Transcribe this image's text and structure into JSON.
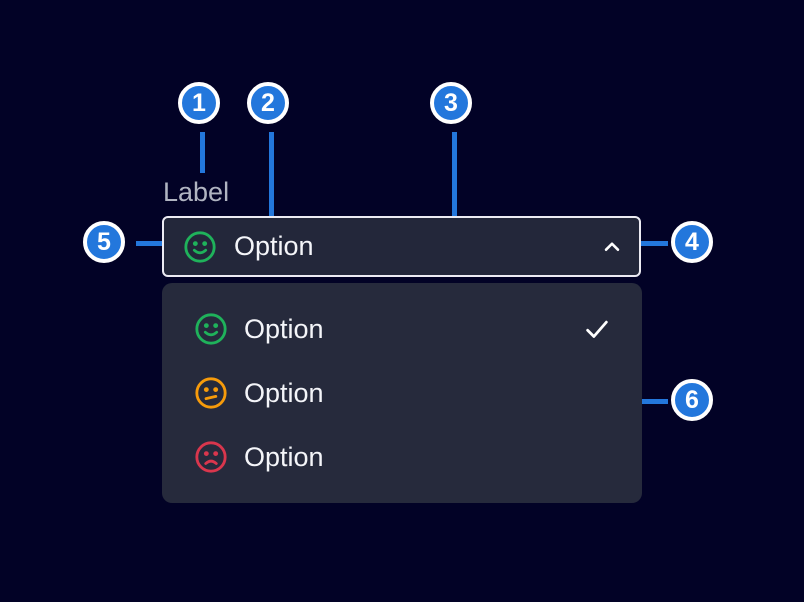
{
  "colors": {
    "accent": "#2377dc",
    "positive": "#1fb25b",
    "neutral": "#f79b0b",
    "negative": "#d9364d",
    "surface": "#262a3c",
    "field": "#23273a",
    "border": "#ecebf3",
    "background": "#020226",
    "muted": "#b0b4c1",
    "text": "#f4f5f9",
    "white": "#ffffff"
  },
  "annotations": {
    "markers": [
      {
        "number": "1"
      },
      {
        "number": "2"
      },
      {
        "number": "3"
      },
      {
        "number": "4"
      },
      {
        "number": "5"
      },
      {
        "number": "6"
      }
    ]
  },
  "select": {
    "label": "Label",
    "value": "Option",
    "value_icon": "smiley-positive-icon",
    "chevron_icon": "chevron-up-icon"
  },
  "dropdown": {
    "items": [
      {
        "label": "Option",
        "icon": "smiley-positive-icon",
        "selected": true
      },
      {
        "label": "Option",
        "icon": "smiley-neutral-icon",
        "selected": false
      },
      {
        "label": "Option",
        "icon": "smiley-negative-icon",
        "selected": false
      }
    ]
  }
}
